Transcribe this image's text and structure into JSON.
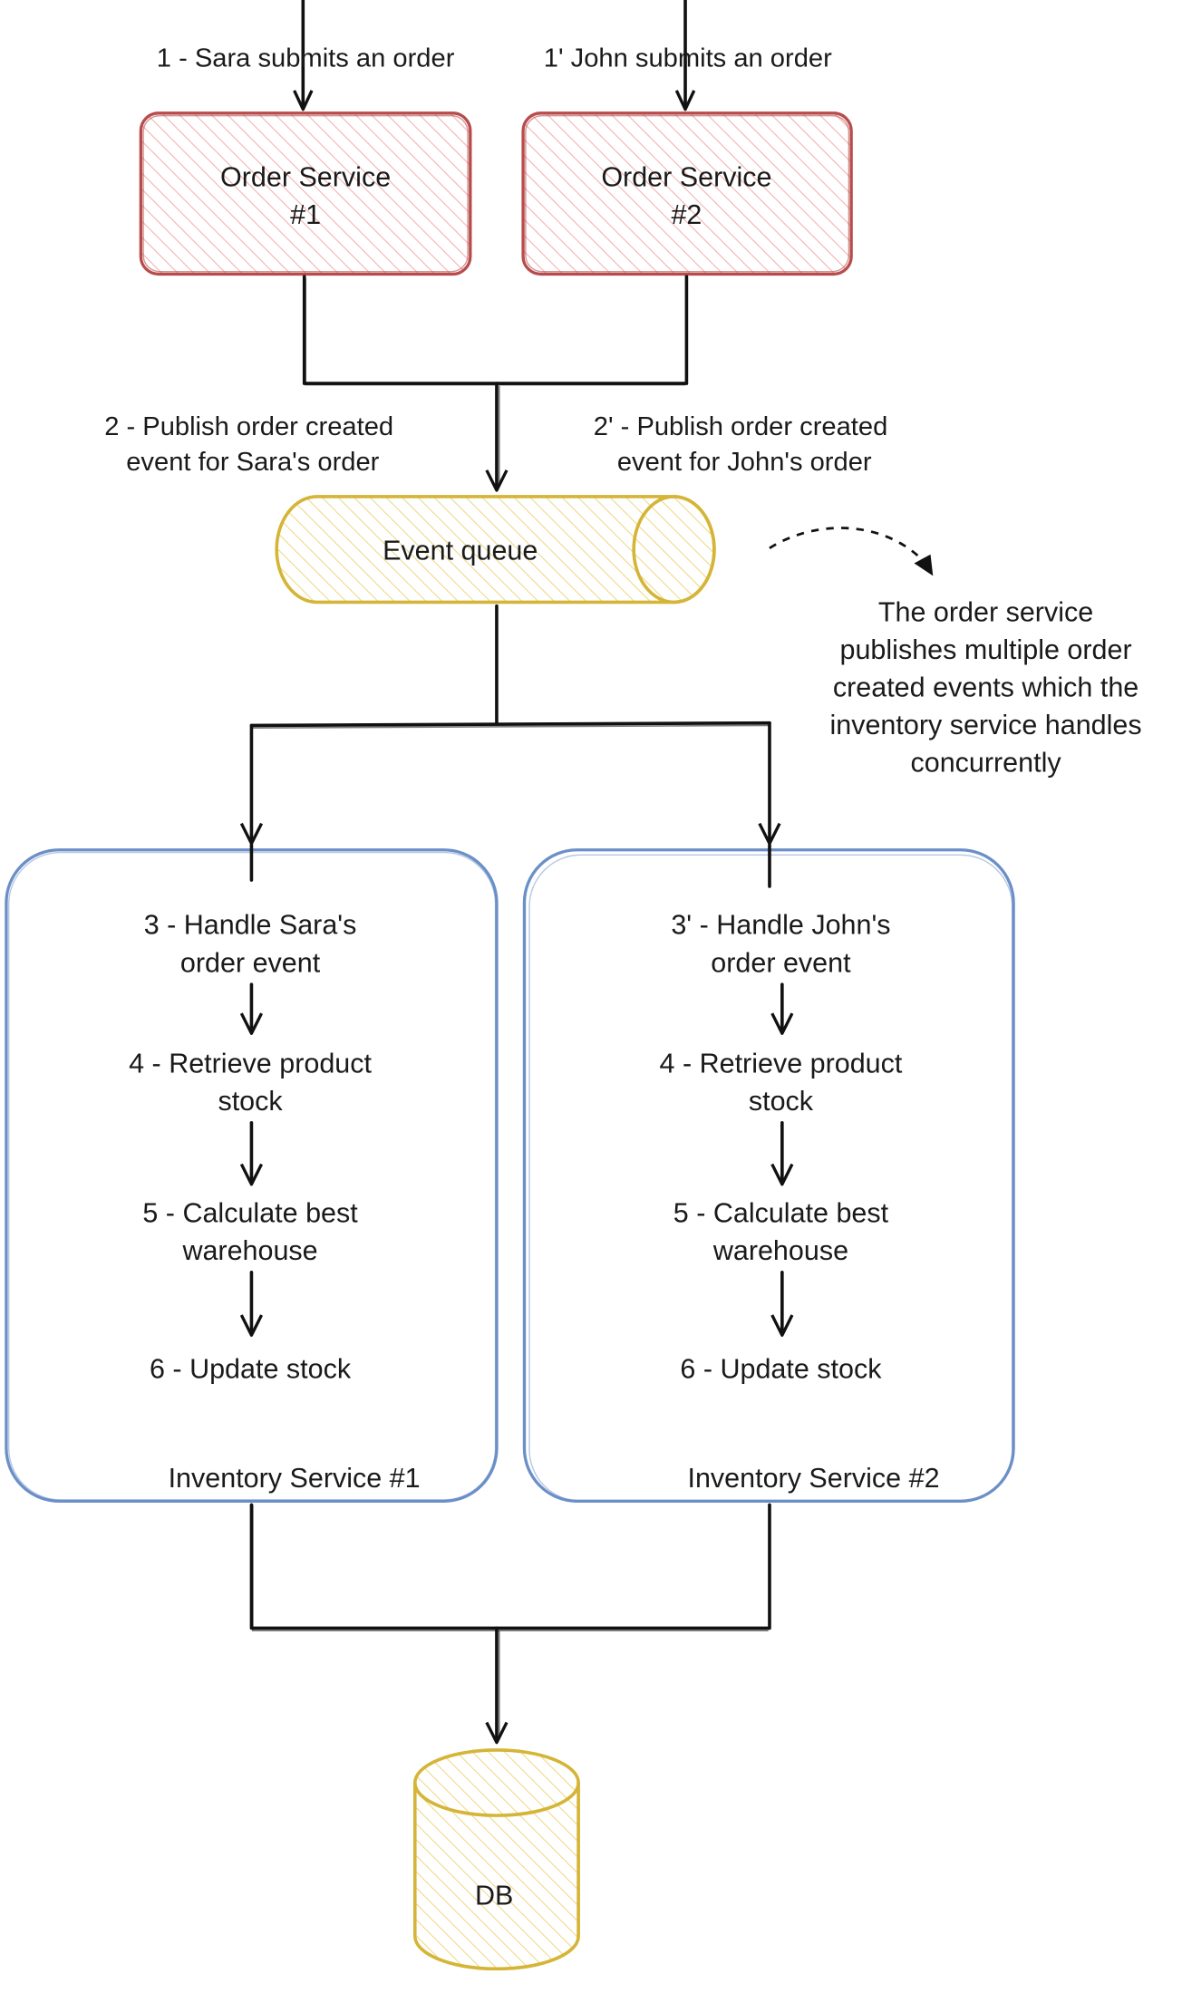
{
  "top_labels": {
    "sara_submits": "1 - Sara submits an order",
    "john_submits": "1' John submits an order"
  },
  "order_services": [
    {
      "line1": "Order Service",
      "line2": "#1"
    },
    {
      "line1": "Order Service",
      "line2": "#2"
    }
  ],
  "publish_labels": {
    "sara": {
      "line1": "2 - Publish order created",
      "line2": "event for Sara's order"
    },
    "john": {
      "line1": "2' - Publish order created",
      "line2": "event for John's order"
    }
  },
  "event_queue": {
    "label": "Event queue"
  },
  "note": {
    "lines": [
      "The order service",
      "publishes multiple order",
      "created events which the",
      "inventory service handles",
      "concurrently"
    ]
  },
  "inventory_services": [
    {
      "title": "Inventory Service #1",
      "steps": [
        {
          "line1": "3 - Handle Sara's",
          "line2": "order event"
        },
        {
          "line1": "4 - Retrieve product",
          "line2": "stock"
        },
        {
          "line1": "5 - Calculate best",
          "line2": "warehouse"
        },
        {
          "line1": "6 - Update stock",
          "line2": ""
        }
      ]
    },
    {
      "title": "Inventory Service #2",
      "steps": [
        {
          "line1": "3' - Handle John's",
          "line2": "order event"
        },
        {
          "line1": "4 - Retrieve product",
          "line2": "stock"
        },
        {
          "line1": "5 - Calculate best",
          "line2": "warehouse"
        },
        {
          "line1": "6 - Update stock",
          "line2": ""
        }
      ]
    }
  ],
  "db": {
    "label": "DB"
  },
  "colors": {
    "order_service_stroke": "#b84c4c",
    "order_service_hatch": "#f2a9a9",
    "queue_stroke": "#d4b537",
    "queue_hatch": "#ecd67a",
    "inventory_stroke": "#6b8fc7",
    "connector": "#111111"
  }
}
